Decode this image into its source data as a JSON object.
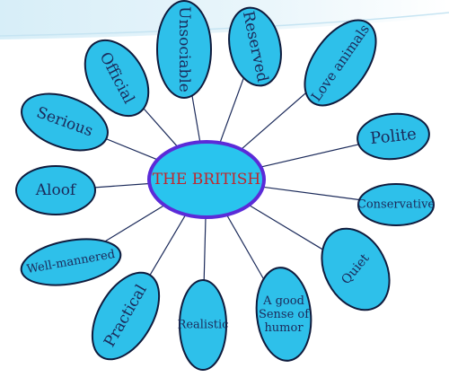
{
  "diagram": {
    "center": {
      "label": "THE BRITISH",
      "text_color": "#c0282d",
      "fill": "#29c4ee",
      "border": "#5b2bd8"
    },
    "bubble_fill": "#2ec0ea",
    "bubble_border": "#0f1b3d",
    "text_color": "#1b2a5a",
    "line_color": "#1b2a5a",
    "nodes": [
      {
        "id": "unsociable",
        "label": "Unsociable"
      },
      {
        "id": "reserved",
        "label": "Reserved"
      },
      {
        "id": "official",
        "label": "Official"
      },
      {
        "id": "love-animals",
        "label": "Love animals"
      },
      {
        "id": "serious",
        "label": "Serious"
      },
      {
        "id": "polite",
        "label": "Polite"
      },
      {
        "id": "aloof",
        "label": "Aloof"
      },
      {
        "id": "conservative",
        "label": "Conservative"
      },
      {
        "id": "well-mannered",
        "label": "Well-mannered"
      },
      {
        "id": "quiet",
        "label": "Quiet"
      },
      {
        "id": "practical",
        "label": "Practical"
      },
      {
        "id": "realistic",
        "label": "Realistic"
      },
      {
        "id": "good-sense-of-humor",
        "label": "A good Sense of humor",
        "lines": [
          "A good",
          "Sense of",
          "humor"
        ]
      }
    ]
  }
}
